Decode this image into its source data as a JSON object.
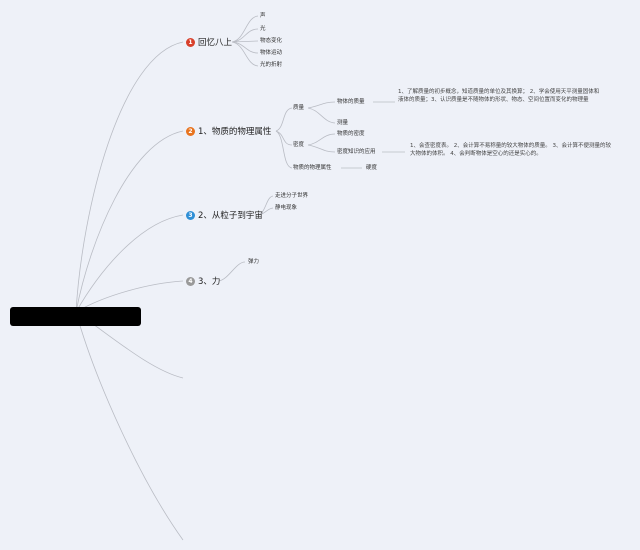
{
  "root": {
    "label": ""
  },
  "topics": [
    {
      "badge": "1",
      "badge_color": "#d8402b",
      "label": "回忆八上",
      "children": [
        "声",
        "光",
        "物态变化",
        "物体运动",
        "光的折射"
      ]
    },
    {
      "badge": "2",
      "badge_color": "#e8741f",
      "label": "1、物质的物理属性",
      "children": [
        {
          "label": "质量",
          "children": [
            {
              "label": "物体的质量",
              "note": "1、了解质量的初步概念，知道质量的单位及其换算； 2、学会使用天平测量固体和液体的质量；3、认识质量是不随物体的形状、物态、空间位置而变化的物理量"
            },
            {
              "label": "测量"
            }
          ]
        },
        {
          "label": "密度",
          "children": [
            {
              "label": "物质的密度"
            },
            {
              "label": "密度知识的应用",
              "note": "1、会查密度表。 2、会计算不易称量的较大物体的质量。 3、会计算不便测量的较大物体的体积。 4、会判断物体是空心的还是实心的。"
            }
          ]
        },
        {
          "label": "物质的物理属性",
          "children": [
            {
              "label": "硬度"
            }
          ]
        }
      ]
    },
    {
      "badge": "3",
      "badge_color": "#2f8fd6",
      "label": "2、从粒子到宇宙",
      "children": [
        "走进分子世界",
        "静电现象"
      ]
    },
    {
      "badge": "4",
      "badge_color": "#9a9a9a",
      "label": "3、力",
      "children": [
        "弹力"
      ]
    }
  ],
  "colors": {
    "background": "#eef1f8",
    "line": "#b9bcc4",
    "root_fill": "#000000"
  }
}
